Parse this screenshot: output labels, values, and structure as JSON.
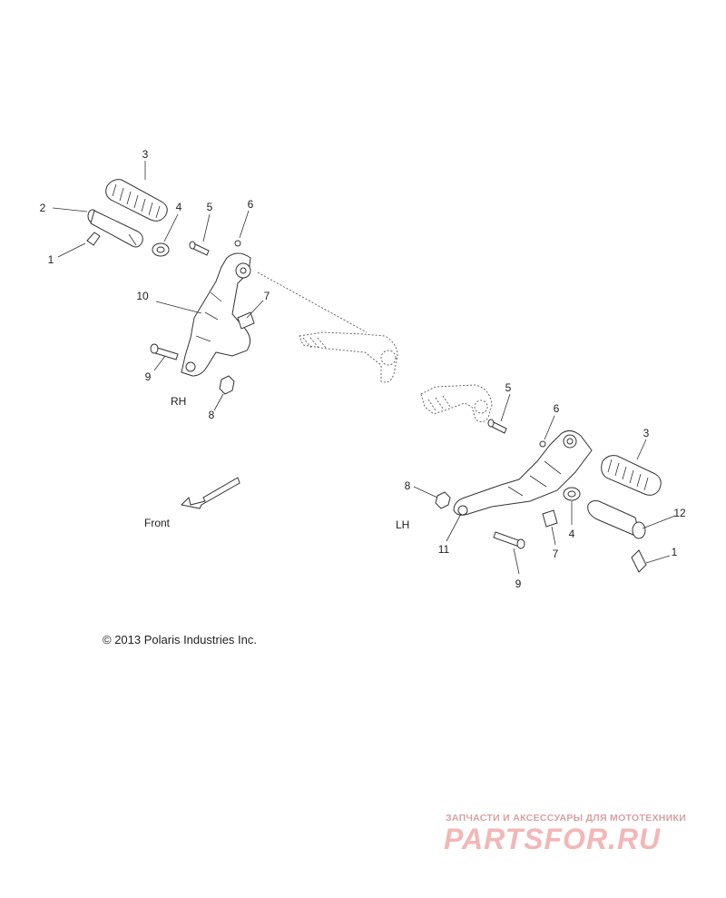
{
  "callouts": {
    "rh": [
      {
        "key": "c-rh-3",
        "label": "3"
      },
      {
        "key": "c-rh-2",
        "label": "2"
      },
      {
        "key": "c-rh-4",
        "label": "4"
      },
      {
        "key": "c-rh-5",
        "label": "5"
      },
      {
        "key": "c-rh-6",
        "label": "6"
      },
      {
        "key": "c-rh-1",
        "label": "1"
      },
      {
        "key": "c-rh-10",
        "label": "10"
      },
      {
        "key": "c-rh-7",
        "label": "7"
      },
      {
        "key": "c-rh-9",
        "label": "9"
      },
      {
        "key": "c-rh-8",
        "label": "8"
      }
    ],
    "lh": [
      {
        "key": "c-lh-5",
        "label": "5"
      },
      {
        "key": "c-lh-6",
        "label": "6"
      },
      {
        "key": "c-lh-3",
        "label": "3"
      },
      {
        "key": "c-lh-8",
        "label": "8"
      },
      {
        "key": "c-lh-12",
        "label": "12"
      },
      {
        "key": "c-lh-4",
        "label": "4"
      },
      {
        "key": "c-lh-7",
        "label": "7"
      },
      {
        "key": "c-lh-1",
        "label": "1"
      },
      {
        "key": "c-lh-11",
        "label": "11"
      },
      {
        "key": "c-lh-9",
        "label": "9"
      }
    ]
  },
  "side_labels": {
    "rh": "RH",
    "lh": "LH"
  },
  "direction_label": "Front",
  "copyright": "© 2013 Polaris Industries Inc.",
  "watermark": {
    "tagline": "ЗАПЧАСТИ И АКСЕССУАРЫ ДЛЯ МОТОТЕХНИКИ",
    "logo": "PARTSFOR.RU",
    "color": "#f2b7b7"
  }
}
